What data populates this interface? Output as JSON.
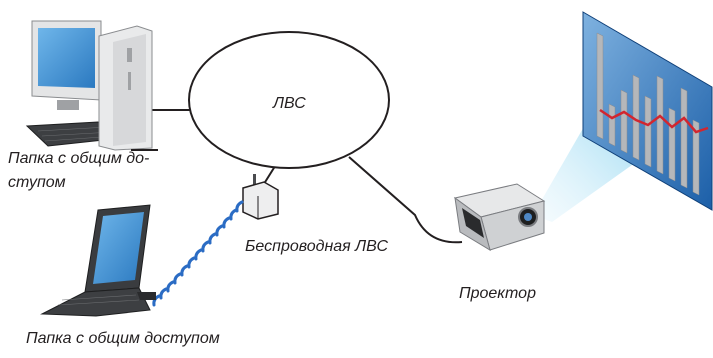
{
  "diagram": {
    "lan_label": "ЛВС",
    "desktop_label_line1": "Папка с общим до-",
    "desktop_label_line2": "ступом",
    "wireless_label": "Беспроводная ЛВС",
    "projector_label": "Проектор",
    "laptop_label": "Папка с общим доступом"
  },
  "colors": {
    "line": "#231f20",
    "screen_blue": "#1c5fa8",
    "bar_gray": "#b5b7ba",
    "trend_red": "#d2262f",
    "light_beam": "#8fd4ee",
    "wireless_wave": "#2b6cc4"
  }
}
